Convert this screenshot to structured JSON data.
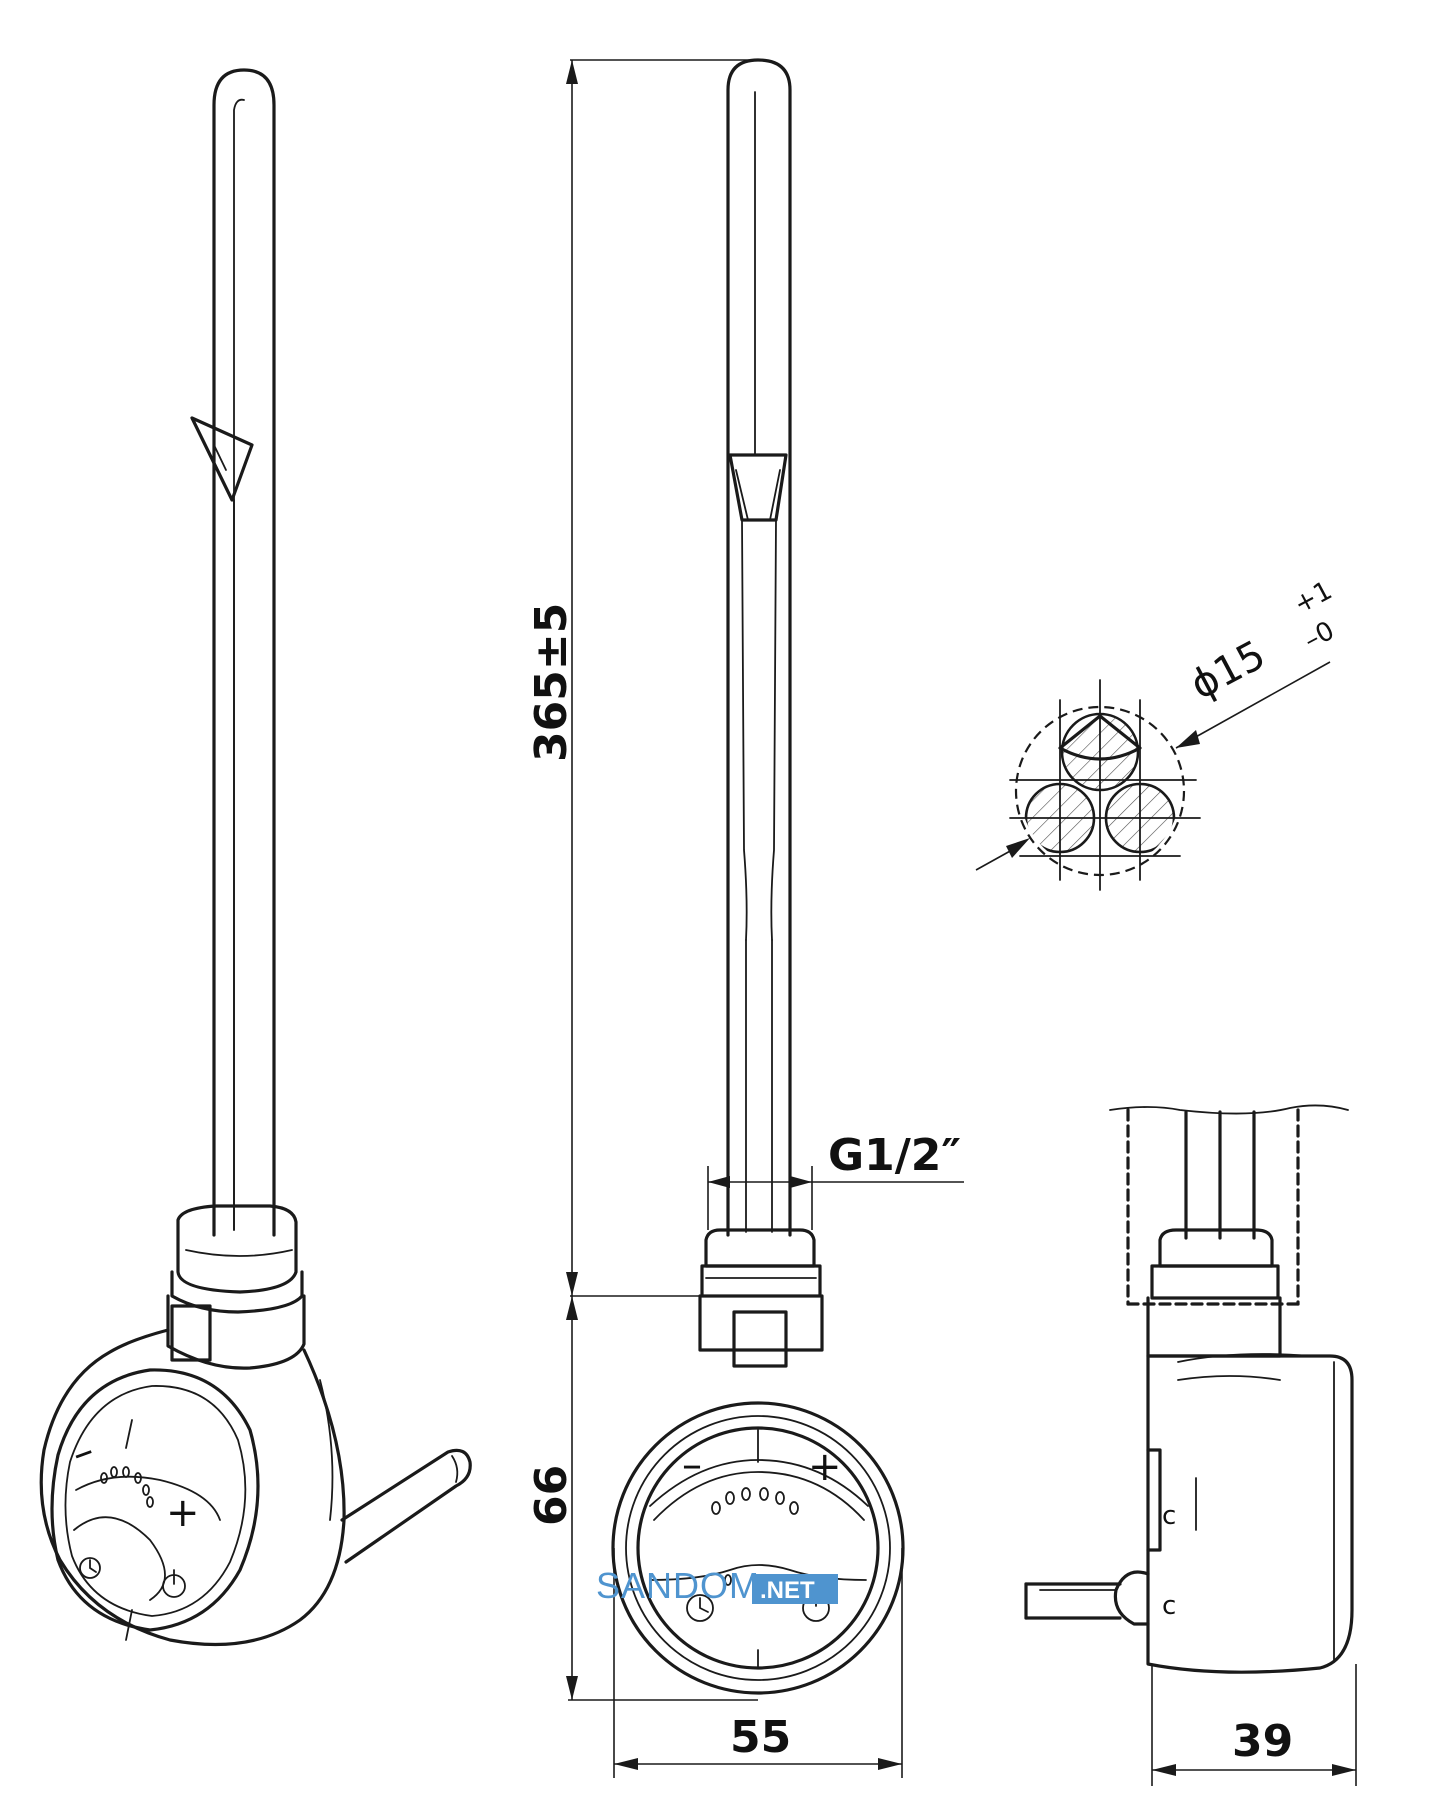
{
  "dimensions": {
    "length": "365±5",
    "height": "66",
    "width": "55",
    "depth": "39",
    "thread": "G1/2″",
    "diameter": "ϕ15",
    "diameter_tol_upper": "+1",
    "diameter_tol_lower": "–0"
  },
  "watermark": {
    "brand": "SANDOM",
    "suffix": ".NET"
  },
  "icons": {
    "minus_symbol": "–",
    "plus_symbol": "+",
    "power_symbol": "power-icon",
    "timer_symbol": "clock-icon"
  },
  "colors": {
    "line": "#1a1a1a",
    "watermark_blue": "#4f94cf"
  }
}
